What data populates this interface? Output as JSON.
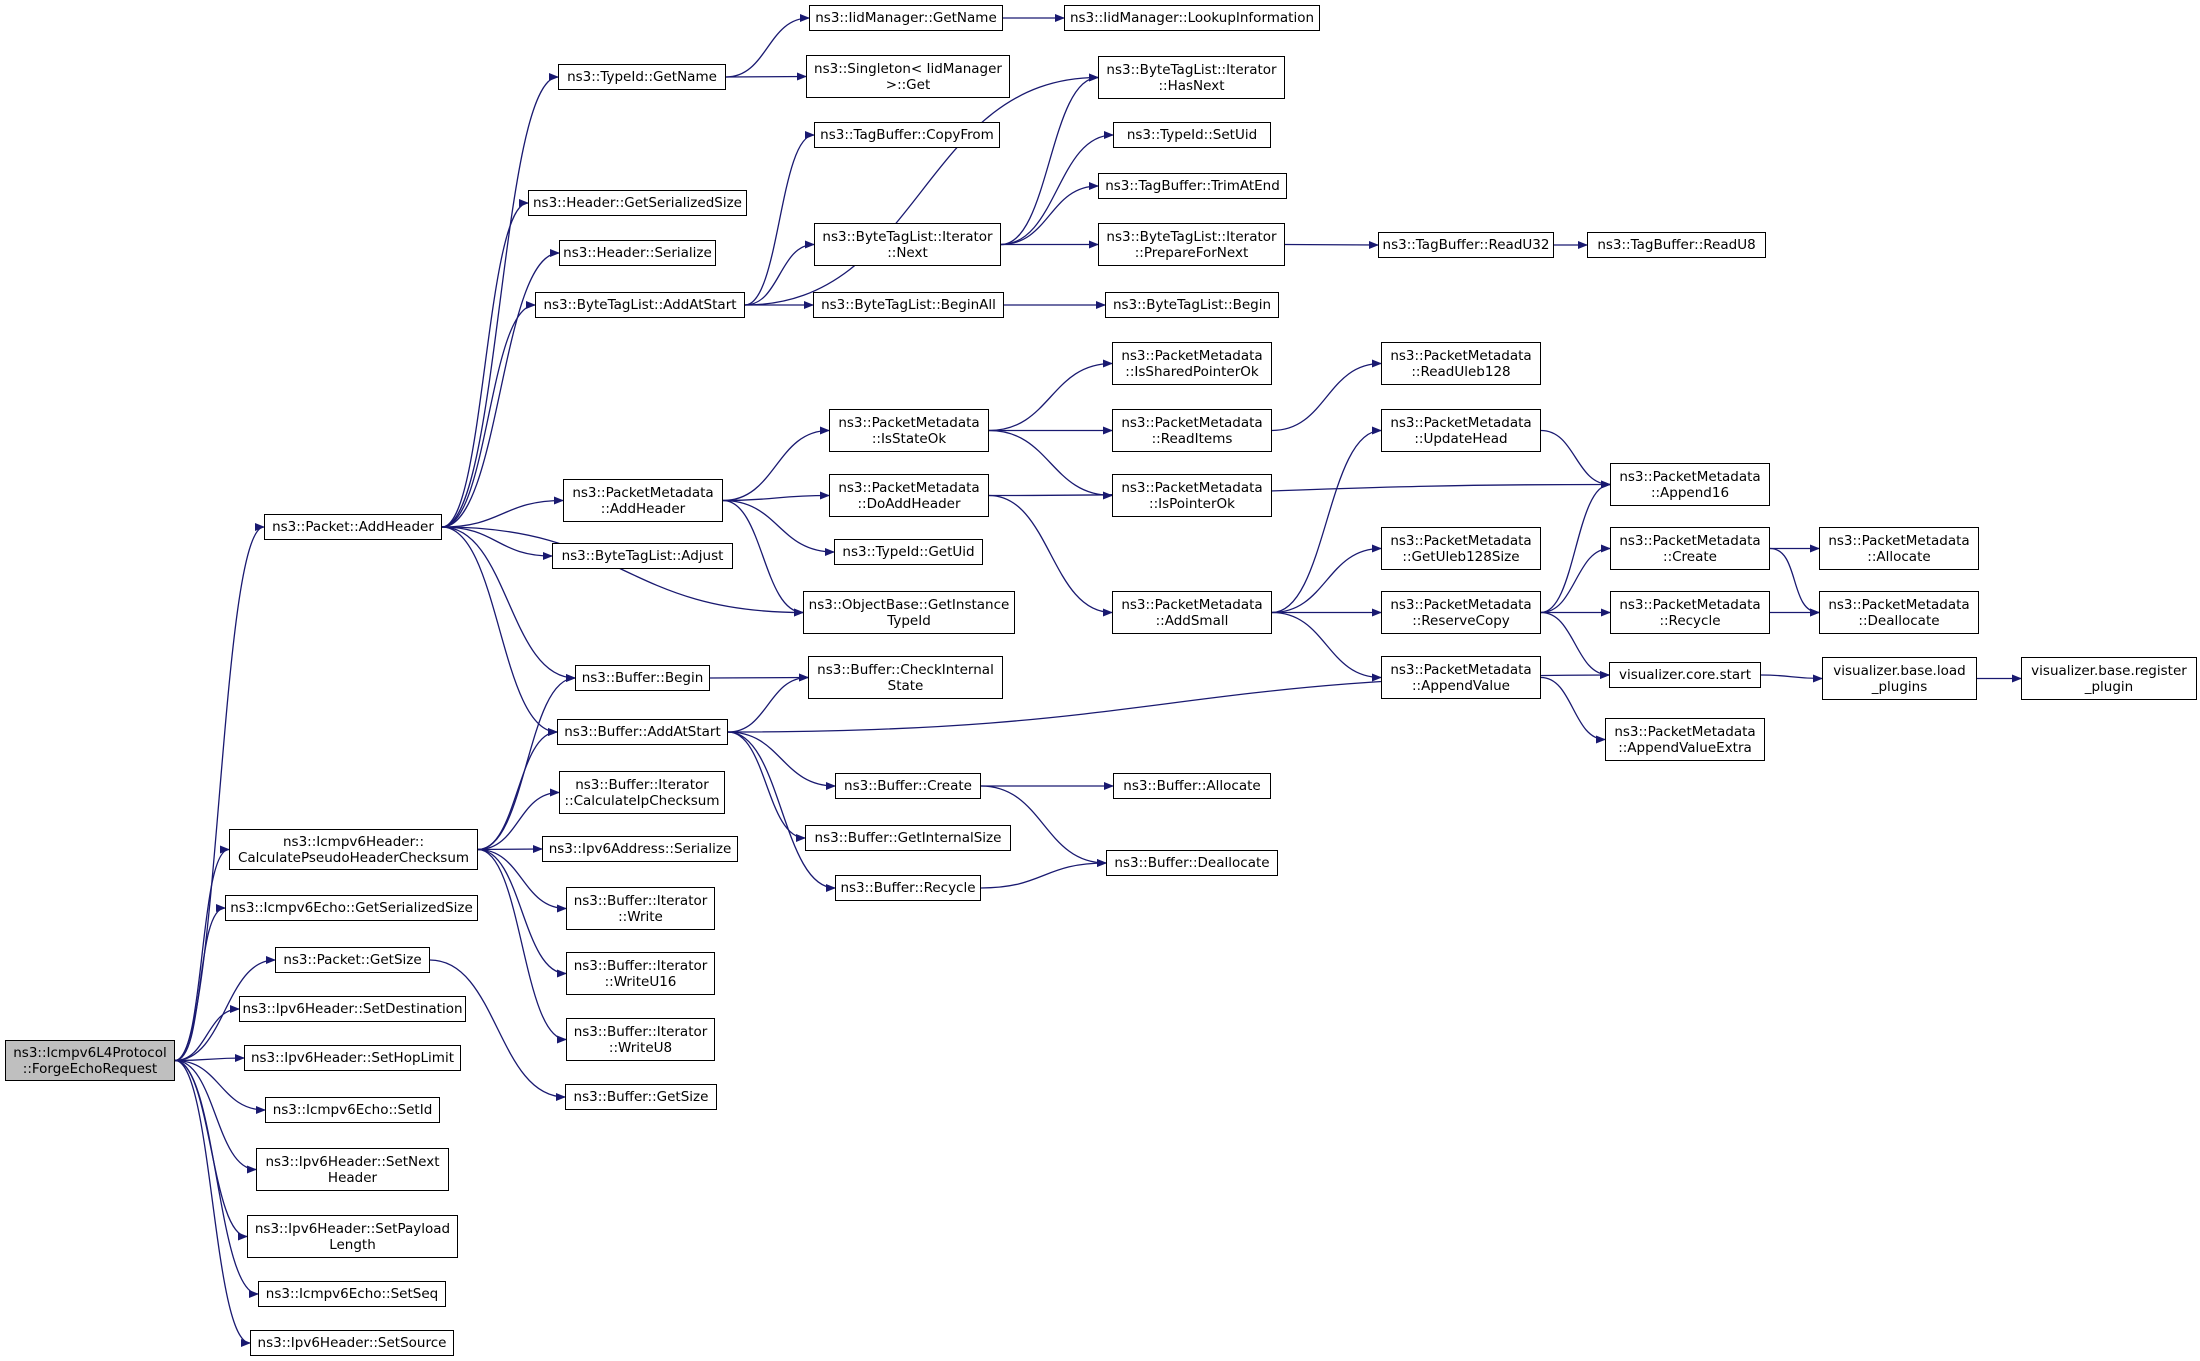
{
  "colors": {
    "edge": "#191970",
    "root_fill": "#bfbfbf",
    "node_fill": "#ffffff",
    "border": "#000000"
  },
  "nodes": {
    "root": [
      "ns3::Icmpv6L4Protocol",
      "::ForgeEchoRequest"
    ],
    "packet_addheader": [
      "ns3::Packet::AddHeader"
    ],
    "typeid_getname": [
      "ns3::TypeId::GetName"
    ],
    "iidmanager_getname": [
      "ns3::IidManager::GetName"
    ],
    "iidmanager_lookup": [
      "ns3::IidManager::LookupInformation"
    ],
    "singleton_get": [
      "ns3::Singleton< IidManager",
      ">::Get"
    ],
    "header_getserializedsize": [
      "ns3::Header::GetSerializedSize"
    ],
    "header_serialize": [
      "ns3::Header::Serialize"
    ],
    "bytetaglist_addatstart": [
      "ns3::ByteTagList::AddAtStart"
    ],
    "tagbuffer_copyfrom": [
      "ns3::TagBuffer::CopyFrom"
    ],
    "btl_iter_hasnext": [
      "ns3::ByteTagList::Iterator",
      "::HasNext"
    ],
    "typeid_setuid": [
      "ns3::TypeId::SetUid"
    ],
    "tagbuffer_trimatend": [
      "ns3::TagBuffer::TrimAtEnd"
    ],
    "btl_iter_next": [
      "ns3::ByteTagList::Iterator",
      "::Next"
    ],
    "btl_iter_preparefornext": [
      "ns3::ByteTagList::Iterator",
      "::PrepareForNext"
    ],
    "tagbuffer_readu32": [
      "ns3::TagBuffer::ReadU32"
    ],
    "tagbuffer_readu8": [
      "ns3::TagBuffer::ReadU8"
    ],
    "bytetaglist_beginall": [
      "ns3::ByteTagList::BeginAll"
    ],
    "bytetaglist_begin": [
      "ns3::ByteTagList::Begin"
    ],
    "pm_issharedpointerok": [
      "ns3::PacketMetadata",
      "::IsSharedPointerOk"
    ],
    "pm_readuleb128": [
      "ns3::PacketMetadata",
      "::ReadUleb128"
    ],
    "pm_isstateok": [
      "ns3::PacketMetadata",
      "::IsStateOk"
    ],
    "pm_readitems": [
      "ns3::PacketMetadata",
      "::ReadItems"
    ],
    "pm_updatehead": [
      "ns3::PacketMetadata",
      "::UpdateHead"
    ],
    "pm_addheader": [
      "ns3::PacketMetadata",
      "::AddHeader"
    ],
    "pm_doaddheader": [
      "ns3::PacketMetadata",
      "::DoAddHeader"
    ],
    "pm_ispointerok": [
      "ns3::PacketMetadata",
      "::IsPointerOk"
    ],
    "pm_append16": [
      "ns3::PacketMetadata",
      "::Append16"
    ],
    "bytetaglist_adjust": [
      "ns3::ByteTagList::Adjust"
    ],
    "typeid_getuid": [
      "ns3::TypeId::GetUid"
    ],
    "pm_getuleb128size": [
      "ns3::PacketMetadata",
      "::GetUleb128Size"
    ],
    "pm_create": [
      "ns3::PacketMetadata",
      "::Create"
    ],
    "pm_allocate": [
      "ns3::PacketMetadata",
      "::Allocate"
    ],
    "objectbase_getinstancetypeid": [
      "ns3::ObjectBase::GetInstance",
      "TypeId"
    ],
    "pm_addsmall": [
      "ns3::PacketMetadata",
      "::AddSmall"
    ],
    "pm_reservecopy": [
      "ns3::PacketMetadata",
      "::ReserveCopy"
    ],
    "pm_recycle": [
      "ns3::PacketMetadata",
      "::Recycle"
    ],
    "pm_deallocate": [
      "ns3::PacketMetadata",
      "::Deallocate"
    ],
    "buffer_begin": [
      "ns3::Buffer::Begin"
    ],
    "buffer_checkinternalstate": [
      "ns3::Buffer::CheckInternal",
      "State"
    ],
    "pm_appendvalue": [
      "ns3::PacketMetadata",
      "::AppendValue"
    ],
    "visualizer_core_start": [
      "visualizer.core.start"
    ],
    "visualizer_base_load_plugins": [
      "visualizer.base.load",
      "_plugins"
    ],
    "visualizer_base_register_plugin": [
      "visualizer.base.register",
      "_plugin"
    ],
    "buffer_addatstart": [
      "ns3::Buffer::AddAtStart"
    ],
    "pm_appendvalueextra": [
      "ns3::PacketMetadata",
      "::AppendValueExtra"
    ],
    "buffer_iter_calculateipchecksum": [
      "ns3::Buffer::Iterator",
      "::CalculateIpChecksum"
    ],
    "buffer_create": [
      "ns3::Buffer::Create"
    ],
    "buffer_allocate": [
      "ns3::Buffer::Allocate"
    ],
    "icmpv6header_calcpseudo": [
      "ns3::Icmpv6Header::",
      "CalculatePseudoHeaderChecksum"
    ],
    "ipv6address_serialize": [
      "ns3::Ipv6Address::Serialize"
    ],
    "buffer_getinternalsize": [
      "ns3::Buffer::GetInternalSize"
    ],
    "buffer_deallocate": [
      "ns3::Buffer::Deallocate"
    ],
    "buffer_recycle": [
      "ns3::Buffer::Recycle"
    ],
    "buffer_iter_write": [
      "ns3::Buffer::Iterator",
      "::Write"
    ],
    "icmpv6echo_getserializedsize": [
      "ns3::Icmpv6Echo::GetSerializedSize"
    ],
    "packet_getsize": [
      "ns3::Packet::GetSize"
    ],
    "buffer_iter_writeu16": [
      "ns3::Buffer::Iterator",
      "::WriteU16"
    ],
    "ipv6header_setdestination": [
      "ns3::Ipv6Header::SetDestination"
    ],
    "buffer_iter_writeu8": [
      "ns3::Buffer::Iterator",
      "::WriteU8"
    ],
    "ipv6header_sethoplimit": [
      "ns3::Ipv6Header::SetHopLimit"
    ],
    "buffer_getsize": [
      "ns3::Buffer::GetSize"
    ],
    "icmpv6echo_setid": [
      "ns3::Icmpv6Echo::SetId"
    ],
    "ipv6header_setnextheader": [
      "ns3::Ipv6Header::SetNext",
      "Header"
    ],
    "ipv6header_setpayloadlength": [
      "ns3::Ipv6Header::SetPayload",
      "Length"
    ],
    "icmpv6echo_setseq": [
      "ns3::Icmpv6Echo::SetSeq"
    ],
    "ipv6header_setsource": [
      "ns3::Ipv6Header::SetSource"
    ]
  }
}
